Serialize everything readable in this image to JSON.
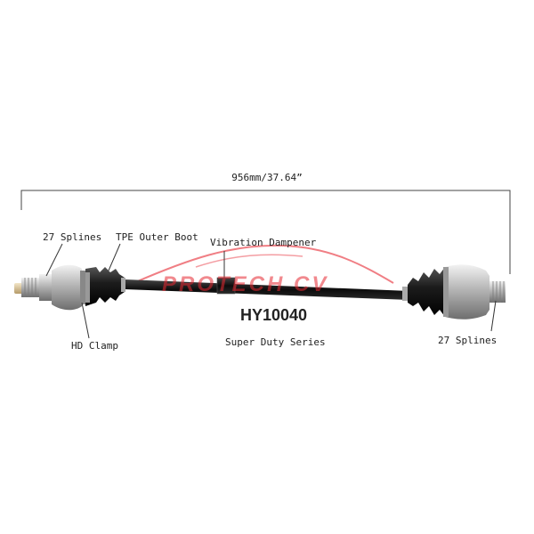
{
  "dimension": {
    "label": "956mm/37.64”"
  },
  "callouts": {
    "left_splines": "27 Splines",
    "outer_boot": "TPE Outer Boot",
    "vibration_dampener": "Vibration Dampener",
    "hd_clamp": "HD Clamp",
    "right_splines": "27 Splines"
  },
  "product": {
    "part_number": "HY10040",
    "series": "Super Duty Series"
  },
  "watermark": {
    "text": "PROTECH CV"
  },
  "colors": {
    "shaft": "#111111",
    "watermark": "#e62832",
    "metal": "#b8b8b8",
    "boot": "#1b1b1b",
    "leader": "#333333"
  }
}
